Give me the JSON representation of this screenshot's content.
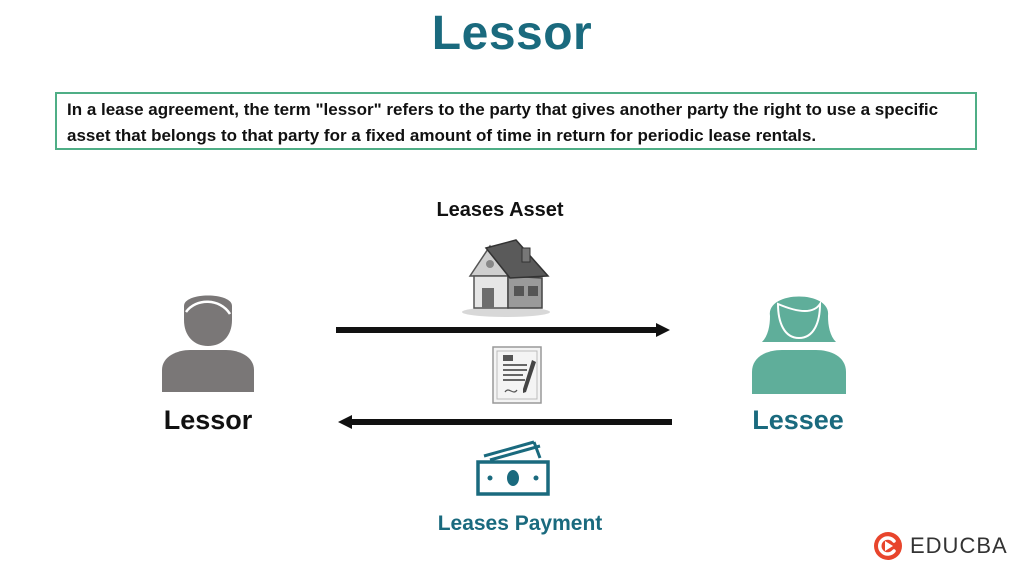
{
  "title": "Lessor",
  "definition": "In a lease agreement, the term \"lessor\" refers to the party that gives another party the right to use a specific asset that belongs to that party for a fixed amount of time in return for periodic lease rentals.",
  "diagram": {
    "asset_label": "Leases Asset",
    "lessor_label": "Lessor",
    "lessee_label": "Lessee",
    "payment_label": "Leases Payment",
    "icons": [
      "lessor-person-icon",
      "lessee-person-icon",
      "house-icon",
      "contract-document-icon",
      "money-icon",
      "arrow-right",
      "arrow-left"
    ]
  },
  "brand": {
    "name": "EDUCBA"
  },
  "colors": {
    "teal": "#1a6a7e",
    "green_border": "#4fae86",
    "lessee_green": "#5fae9a",
    "lessor_gray": "#7a7777",
    "logo_red": "#e8452c"
  }
}
